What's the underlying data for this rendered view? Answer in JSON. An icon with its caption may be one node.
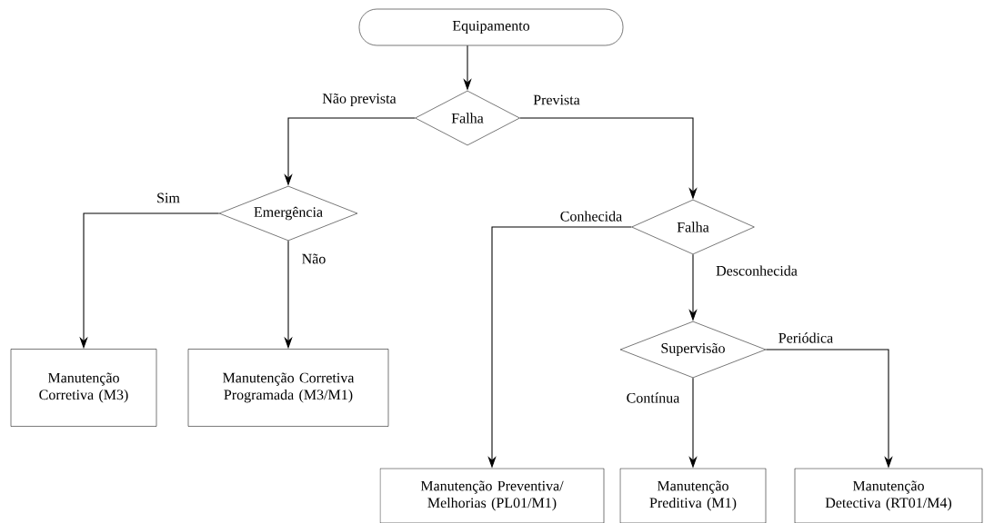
{
  "diagram": {
    "nodes": [
      {
        "text": [
          "Equipamento"
        ]
      },
      {
        "text": [
          "Falha"
        ]
      },
      {
        "text": [
          "Emergência"
        ]
      },
      {
        "text": [
          "Falha"
        ]
      },
      {
        "text": [
          "Manutenção Corretiva (M3)"
        ]
      },
      {
        "text": [
          "Manutenção Corretiva Programada (M3/M1)"
        ]
      },
      {
        "text": [
          "Supervisão"
        ]
      },
      {
        "text": [
          "Manutenção Preventiva/ Melhorias (PL01/M1)"
        ]
      },
      {
        "text": [
          "Manutenção Preditiva (M1)"
        ]
      },
      {
        "text": [
          "Manutenção Detectiva (RT01/M4)"
        ]
      }
    ],
    "edges": [
      {
        "from": 0,
        "to": 1,
        "arrow": "to"
      },
      {
        "from": 1,
        "to": 2,
        "arrow": "to",
        "label": "Não prevista"
      },
      {
        "from": 1,
        "to": 3,
        "arrow": "to",
        "label": "Prevista"
      },
      {
        "from": 2,
        "to": 4,
        "arrow": "to",
        "label": "Sim"
      },
      {
        "from": 2,
        "to": 5,
        "arrow": "to",
        "label": "Não"
      },
      {
        "from": 3,
        "to": 7,
        "arrow": "to",
        "label": "Conhecida"
      },
      {
        "from": 3,
        "to": 6,
        "arrow": "to",
        "label": "Desconhecida"
      },
      {
        "from": 6,
        "to": 8,
        "arrow": "to",
        "label": "Contínua"
      },
      {
        "from": 6,
        "to": 9,
        "arrow": "to",
        "label": "Periódica"
      }
    ]
  }
}
